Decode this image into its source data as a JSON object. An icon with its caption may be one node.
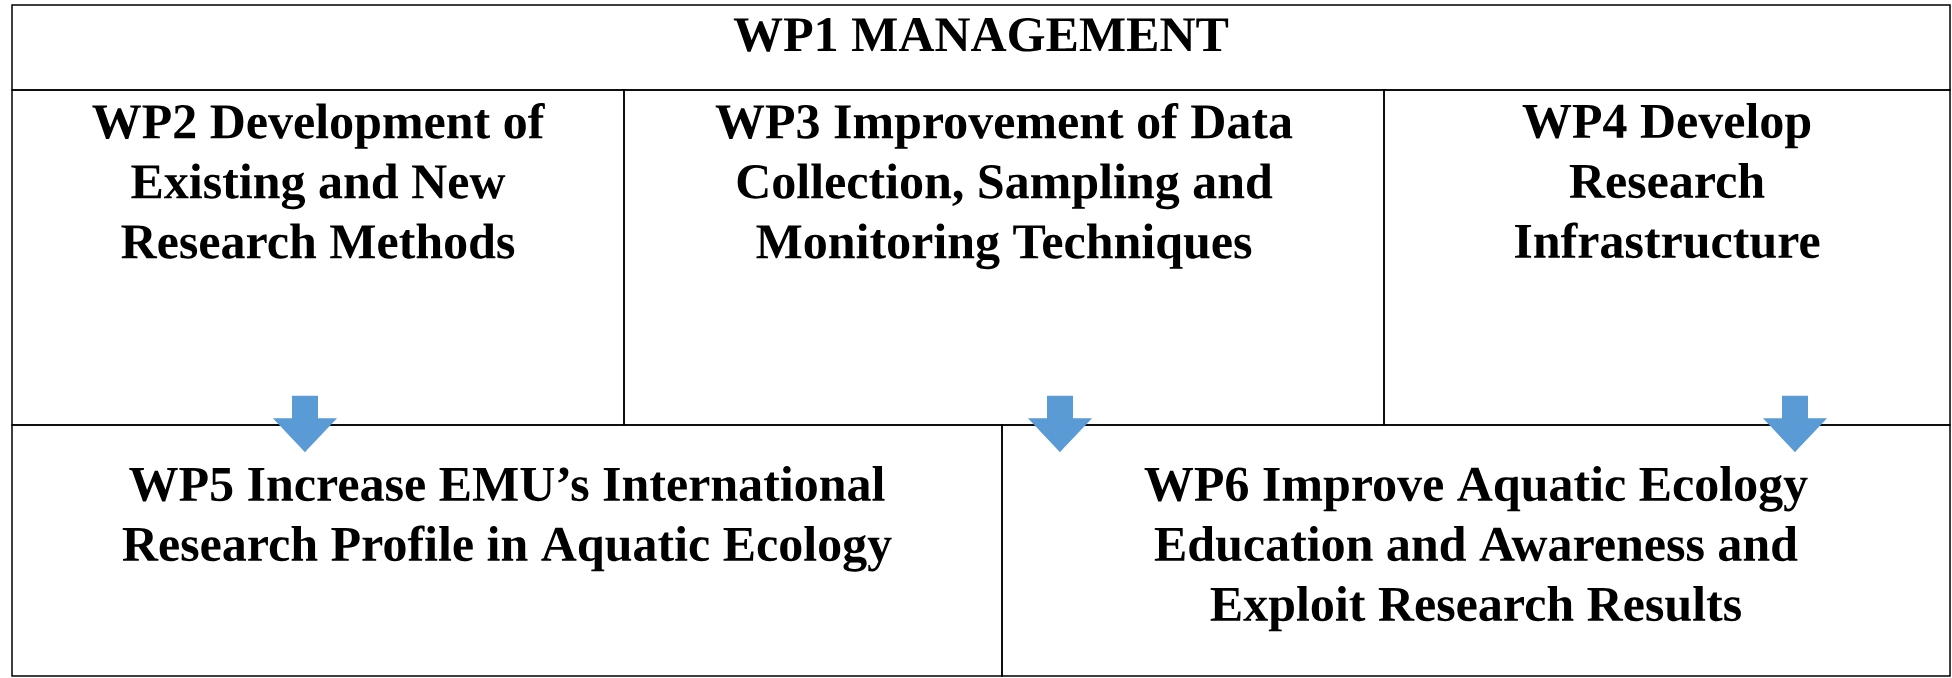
{
  "diagram": {
    "nodes": [
      {
        "text": [
          "WP1 MANAGEMENT"
        ]
      },
      {
        "text": [
          "WP2 Development of Existing and New Research Methods"
        ]
      },
      {
        "text": [
          "WP3 Improvement of Data Collection, Sampling and Monitoring Techniques"
        ]
      },
      {
        "text": [
          "WP4 Develop Research Infrastructure"
        ]
      },
      {
        "text": [
          "WP5 Increase EMU’s International Research Profile in Aquatic Ecology"
        ]
      },
      {
        "text": [
          "WP6 Improve Aquatic Ecology Education and Awareness and Exploit Research Results"
        ]
      }
    ],
    "edges": [
      {
        "from": 1,
        "to": 4,
        "arrow": "to"
      },
      {
        "from": 2,
        "to": 5,
        "arrow": "to"
      },
      {
        "from": 3,
        "to": 5,
        "arrow": "to"
      }
    ]
  }
}
